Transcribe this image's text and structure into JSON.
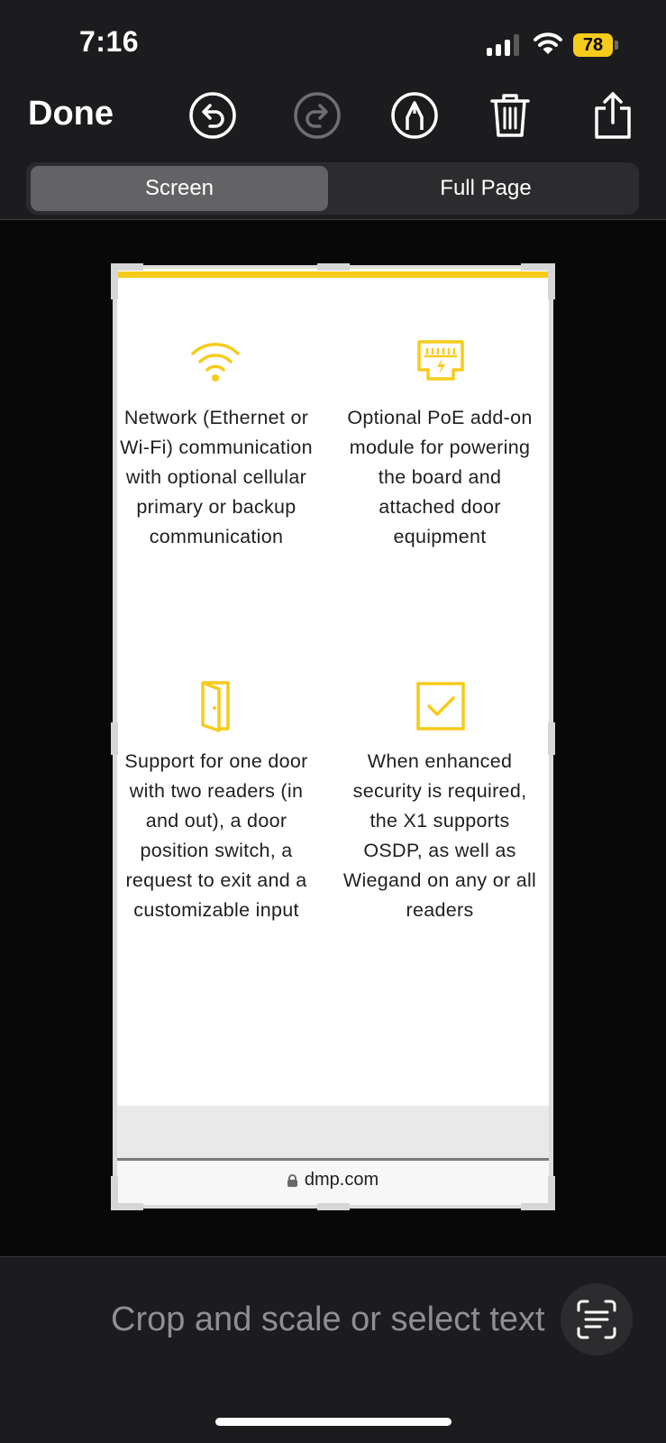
{
  "status_bar": {
    "time": "7:16",
    "battery": "78"
  },
  "toolbar": {
    "done_label": "Done",
    "icons": [
      "undo-icon",
      "redo-icon",
      "markup-pen-icon",
      "trash-icon",
      "share-icon"
    ]
  },
  "segmented": {
    "screen_label": "Screen",
    "full_page_label": "Full Page",
    "selected": "Screen"
  },
  "page": {
    "features": [
      {
        "icon": "wifi-icon",
        "text": "Network (Ethernet or Wi-Fi) communication with optional cellular primary or backup communication"
      },
      {
        "icon": "ethernet-port-icon",
        "text": "Optional PoE add-on module for powering the board and attached door equipment"
      },
      {
        "icon": "door-icon",
        "text": "Support for one door with two readers (in and out), a door position switch, a request to exit and a customizable input"
      },
      {
        "icon": "checkbox-icon",
        "text": "When enhanced security is required, the X1 supports OSDP, as well as Wiegand on any or all readers"
      }
    ],
    "url": "dmp.com"
  },
  "bottom": {
    "hint": "Crop and scale or select text",
    "text_button_icon": "live-text-icon"
  },
  "colors": {
    "accent": "#f6cb1b",
    "background": "#1c1c1e"
  }
}
